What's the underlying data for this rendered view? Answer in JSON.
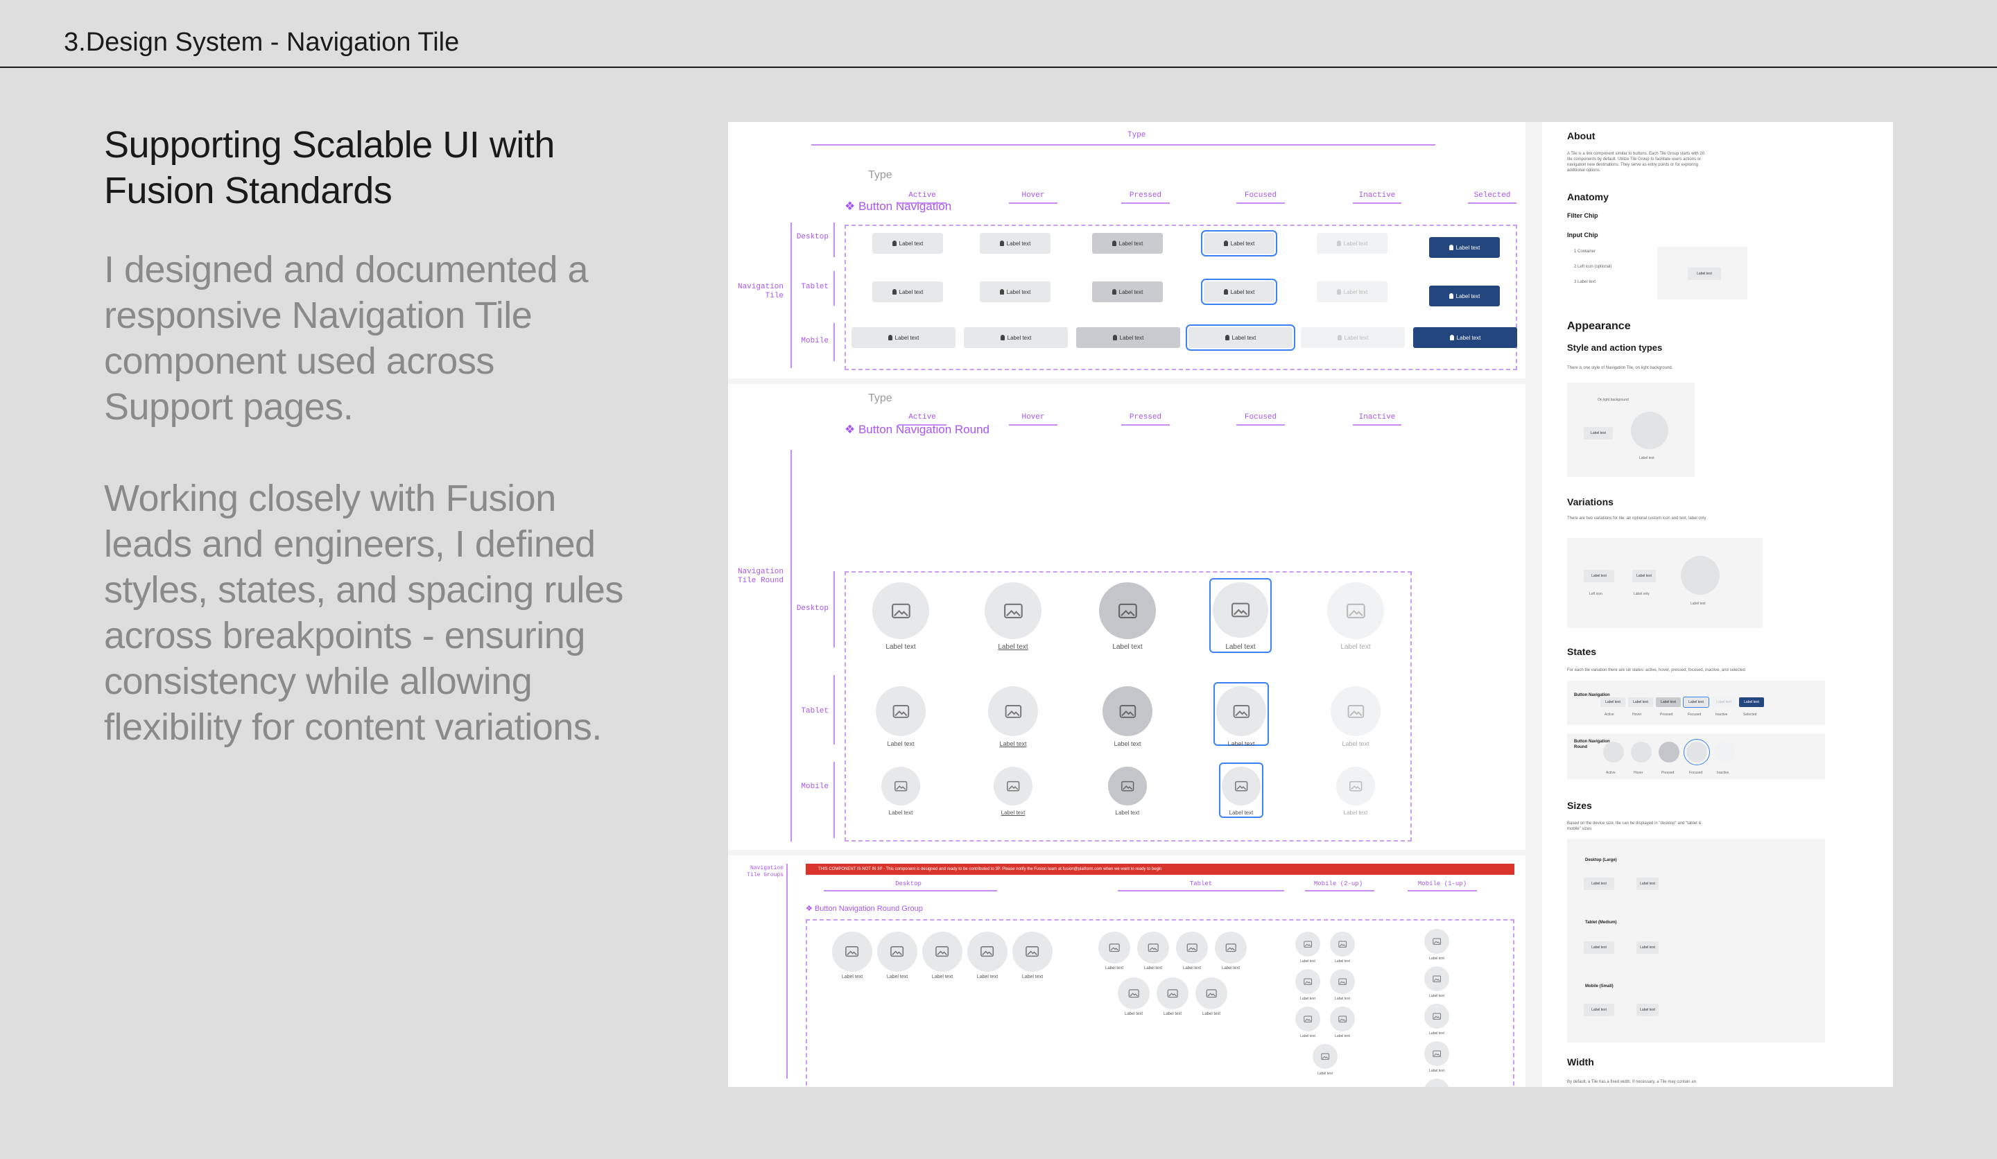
{
  "header": {
    "title": "3.Design System - Navigation Tile"
  },
  "headline": "Supporting Scalable UI with Fusion Standards",
  "paragraphs": [
    "I designed and documented a responsive Navigation Tile component used across Support pages.",
    "Working closely with Fusion leads and engineers, I defined styles, states, and spacing rules across breakpoints - ensuring consistency while allowing flexibility for content variations."
  ],
  "spec": {
    "type_header": "Type",
    "type_label": "Type",
    "states": [
      "Active",
      "Hover",
      "Pressed",
      "Focused",
      "Inactive",
      "Selected"
    ],
    "breakpoints": [
      "Desktop",
      "Tablet",
      "Mobile"
    ],
    "section1": {
      "component": "❖ Button Navigation",
      "group_label": "Navigation Tile"
    },
    "section2": {
      "component": "❖ Button Navigation Round",
      "group_label": "Navigation Tile Round"
    },
    "section3": {
      "group_label": "Navigation Tile Groups",
      "warning": "THIS COMPONENT IS NOT IN 3P · This component is designed and ready to be contributed to 3P. Please notify the Fusion team at fusion@platform.com when we want to ready to begin",
      "columns": [
        "Desktop",
        "Tablet",
        "Mobile (2-up)",
        "Mobile (1-up)"
      ],
      "component": "❖ Button Navigation Round Group"
    },
    "chip_label": "Label text"
  },
  "docs": {
    "about": {
      "title": "About",
      "text": "A Tile is a link component similar to buttons. Each Tile Group starts with 20 tile components by default. Utilize Tile Group to facilitate users actions or navigation new destinations. They serve as entry points or for exploring additional options."
    },
    "anatomy": {
      "title": "Anatomy",
      "filter_chip": "Filter Chip",
      "input_chip": "Input Chip",
      "items": [
        "1 Container",
        "2 Left icon (optional)",
        "3 Label text"
      ]
    },
    "appearance": {
      "title": "Appearance",
      "subtitle": "Style and action types",
      "text": "There is one style of Navigation Tile, on light background.",
      "sample_caption": "On light background"
    },
    "variations": {
      "title": "Variations",
      "text": "There are two variations for tile: an optional custom icon and text, label only",
      "captions": [
        "Left icon",
        "Label only",
        "Label text"
      ]
    },
    "states": {
      "title": "States",
      "text": "For each tile variation there are six states: active, hover, pressed, focused, inactive, and selected",
      "rows": [
        "Button Navigation",
        "Button Navigation Round"
      ],
      "captions": [
        "Active",
        "Hover",
        "Pressed",
        "Focused",
        "Inactive",
        "Selected"
      ]
    },
    "sizes": {
      "title": "Sizes",
      "text": "Based on the device size, tile can be displayed in \"desktop\" and \"tablet & mobile\" sizes",
      "items": [
        "Desktop (Large)",
        "Tablet (Medium)",
        "Mobile (Small)"
      ]
    },
    "width": {
      "title": "Width",
      "text": "By default, a Tile has a fixed width. If necessary, a Tile may contain an"
    }
  },
  "colors": {
    "accent": "#a855f7",
    "selected": "#23467e",
    "focus": "#3b82f6",
    "warning": "#d9342b"
  }
}
